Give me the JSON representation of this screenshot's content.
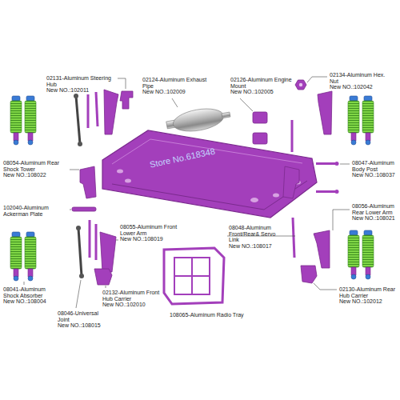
{
  "diagram": {
    "labels": [
      "02131-Aluminum Steering Hub",
      "New NO.:102011",
      "02124-Aluminum Exhaust Pipe",
      "New NO.:102009",
      "02126-Aluminum Engine Mount",
      "New NO.:102005",
      "02134-Aluminum Hex. Nut",
      "New NO.:102042",
      "08054-Aluminum Rear Shock Tower",
      "New NO.:108022",
      "08047-Aluminum Body Post",
      "New NO.:108037",
      "Store No.618348",
      "102040-Aluminum Ackerman Plate",
      "08056-Aluminum Rear Lower Arm",
      "New NO.:108021",
      "08055-Aluminum Front Lower Arm",
      "New NO.:108019",
      "08048-Aluminum Front/Rear& Servo Link",
      "New NO.:108017",
      "08041-Aluminum Shock Absorber",
      "New NO.:108004",
      "02132-Aluminum Front Hub Carrier",
      "New NO.:102010",
      "02130-Aluminum Rear Hub Carrier",
      "New NO.:102012",
      "08046-Universal Joint",
      "New NO.:108015",
      "108065-Aluminum Radio Tray"
    ]
  }
}
